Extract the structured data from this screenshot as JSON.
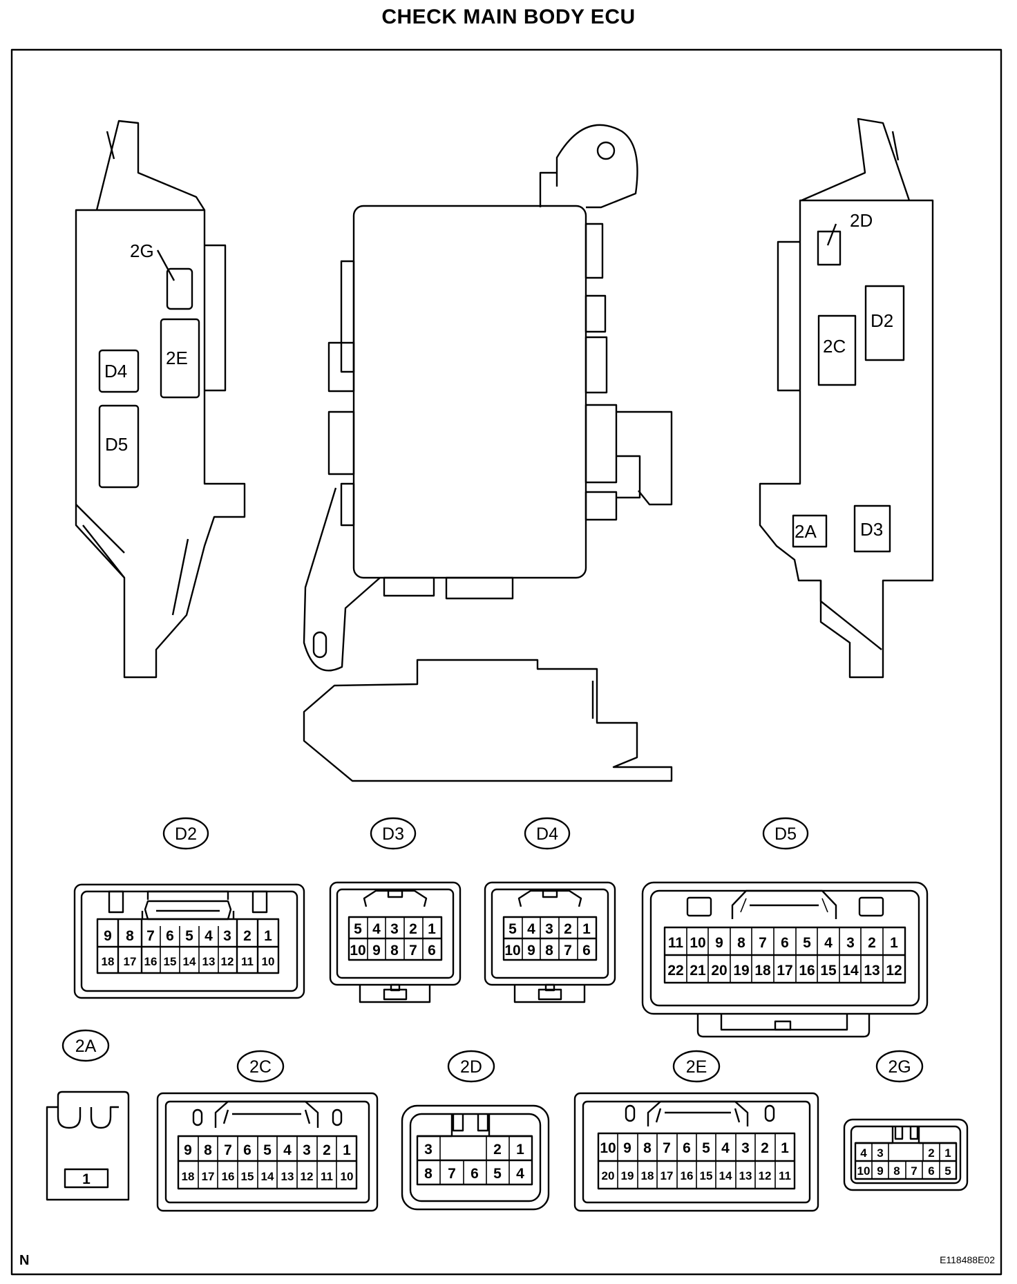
{
  "title": "CHECK MAIN BODY ECU",
  "left_view": {
    "labels": [
      "2G",
      "2E",
      "D4",
      "D5"
    ]
  },
  "right_view": {
    "labels": [
      "2D",
      "D2",
      "2C",
      "2A",
      "D3"
    ]
  },
  "connectors": {
    "D2": {
      "tag": "D2",
      "top": [
        "9",
        "8",
        "7",
        "6",
        "5",
        "4",
        "3",
        "2",
        "1"
      ],
      "bottom": [
        "18",
        "17",
        "16",
        "15",
        "14",
        "13",
        "12",
        "11",
        "10"
      ]
    },
    "D3": {
      "tag": "D3",
      "top": [
        "5",
        "4",
        "3",
        "2",
        "1"
      ],
      "bottom": [
        "10",
        "9",
        "8",
        "7",
        "6"
      ]
    },
    "D4": {
      "tag": "D4",
      "top": [
        "5",
        "4",
        "3",
        "2",
        "1"
      ],
      "bottom": [
        "10",
        "9",
        "8",
        "7",
        "6"
      ]
    },
    "D5": {
      "tag": "D5",
      "top": [
        "11",
        "10",
        "9",
        "8",
        "7",
        "6",
        "5",
        "4",
        "3",
        "2",
        "1"
      ],
      "bottom": [
        "22",
        "21",
        "20",
        "19",
        "18",
        "17",
        "16",
        "15",
        "14",
        "13",
        "12"
      ]
    },
    "2A": {
      "tag": "2A",
      "pins": [
        "1"
      ]
    },
    "2C": {
      "tag": "2C",
      "top": [
        "9",
        "8",
        "7",
        "6",
        "5",
        "4",
        "3",
        "2",
        "1"
      ],
      "bottom": [
        "18",
        "17",
        "16",
        "15",
        "14",
        "13",
        "12",
        "11",
        "10"
      ]
    },
    "2D": {
      "tag": "2D",
      "top": [
        "3",
        "2",
        "1"
      ],
      "bottom": [
        "8",
        "7",
        "6",
        "5",
        "4"
      ]
    },
    "2E": {
      "tag": "2E",
      "top": [
        "10",
        "9",
        "8",
        "7",
        "6",
        "5",
        "4",
        "3",
        "2",
        "1"
      ],
      "bottom": [
        "20",
        "19",
        "18",
        "17",
        "16",
        "15",
        "14",
        "13",
        "12",
        "11"
      ]
    },
    "2G": {
      "tag": "2G",
      "top": [
        "4",
        "3",
        "2",
        "1"
      ],
      "bottom": [
        "10",
        "9",
        "8",
        "7",
        "6",
        "5"
      ]
    }
  },
  "corner_mark": "N",
  "figure_code": "E118488E02"
}
